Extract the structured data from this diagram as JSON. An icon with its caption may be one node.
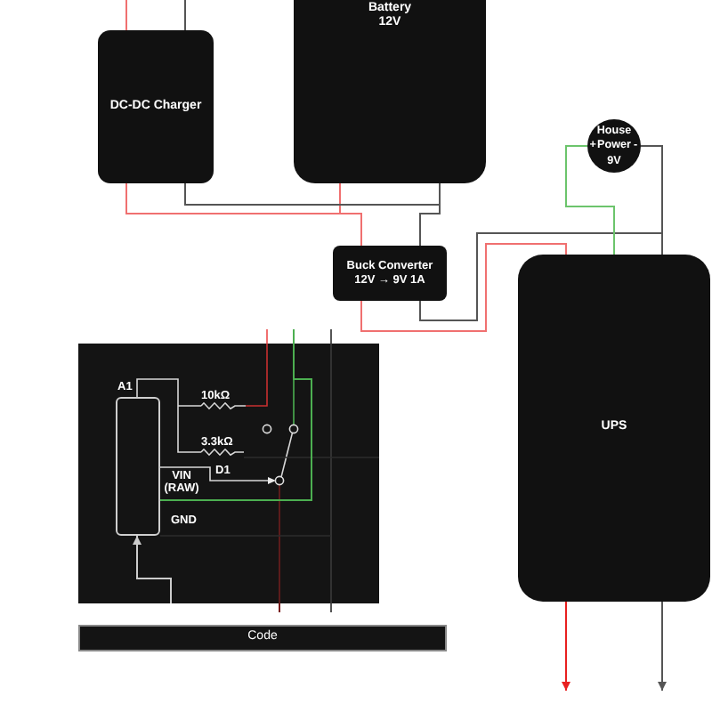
{
  "diagram": {
    "nodes": [
      {
        "text": [
          "DC-DC Charger"
        ]
      },
      {
        "text": [
          "Battery 12V"
        ]
      },
      {
        "text": [
          "House",
          "+",
          "Power",
          "-",
          "9V"
        ]
      },
      {
        "text": [
          "Buck Converter 12V → 9V 1A"
        ]
      },
      {
        "text": [
          "UPS"
        ]
      },
      {
        "text": [],
        "shape": "box"
      },
      {
        "text": [],
        "shape": "box",
        "in": 5,
        "beside": [
          "A1",
          "VIN (RAW)",
          "D1",
          "GND"
        ]
      },
      {
        "text": [
          "Code"
        ]
      }
    ],
    "edges": [
      {
        "from": null,
        "to": 0,
        "arrow": "none",
        "color": "#f07070"
      },
      {
        "from": null,
        "to": 0,
        "arrow": "none"
      },
      {
        "from": 0,
        "to": 3,
        "arrow": "none",
        "color": "#f07070"
      },
      {
        "from": 1,
        "to": 3,
        "arrow": "none",
        "color": "#f07070"
      },
      {
        "from": 0,
        "to": 3,
        "arrow": "none"
      },
      {
        "from": 1,
        "to": 3,
        "arrow": "none"
      },
      {
        "from": 3,
        "to": 4,
        "arrow": "none",
        "color": "#f07070"
      },
      {
        "from": 3,
        "to": 4,
        "arrow": "none"
      },
      {
        "from": 2,
        "to": 4,
        "arrow": "none"
      },
      {
        "from": 2,
        "to": 4,
        "arrow": "none",
        "color": "#6cc46c"
      },
      {
        "from": 4,
        "to": null,
        "arrow": "to",
        "color": "#e82020"
      },
      {
        "from": 4,
        "to": null,
        "arrow": "to"
      },
      {
        "from": null,
        "to": 5,
        "arrow": "none",
        "color": "#f07070"
      },
      {
        "from": null,
        "to": 6,
        "arrow": "none",
        "color": "#4caf50"
      },
      {
        "from": null,
        "to": 5,
        "arrow": "none"
      },
      {
        "from": 5,
        "to": null,
        "arrow": "none",
        "color": "#7a1c1c"
      },
      {
        "from": 5,
        "to": null,
        "arrow": "none"
      },
      {
        "from": null,
        "to": 6,
        "arrow": "to",
        "color": "#cccccc"
      }
    ],
    "labels": [
      "10kΩ",
      "3.3kΩ"
    ]
  }
}
